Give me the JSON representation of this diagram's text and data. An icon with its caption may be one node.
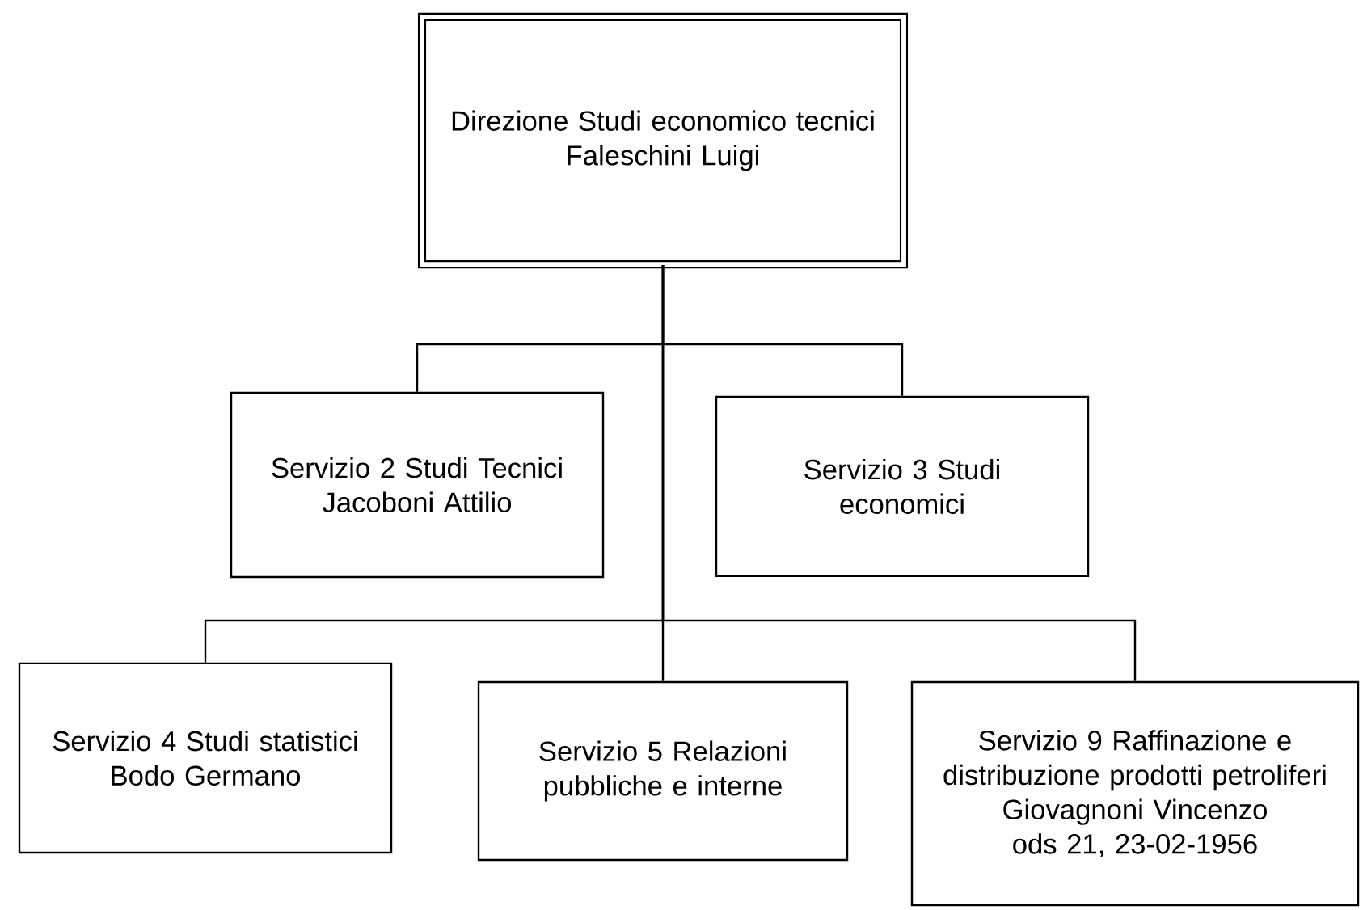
{
  "diagram": {
    "nodes": [
      {
        "text": [
          "Direzione Studi economico tecnici",
          "Faleschini Luigi"
        ]
      },
      {
        "text": [
          "Servizio 2 Studi Tecnici",
          "Jacoboni Attilio"
        ]
      },
      {
        "text": [
          "Servizio 3 Studi economici"
        ]
      },
      {
        "text": [
          "Servizio 4 Studi statistici",
          "Bodo Germano"
        ]
      },
      {
        "text": [
          "Servizio 5 Relazioni pubbliche e interne"
        ]
      },
      {
        "text": [
          "Servizio 9 Raffinazione e distribuzione prodotti petroliferi",
          "Giovagnoni Vincenzo",
          "ods 21, 23-02-1956"
        ]
      }
    ],
    "edges": [
      {
        "from": 0,
        "to": 1,
        "arrow": "none"
      },
      {
        "from": 0,
        "to": 2,
        "arrow": "none"
      },
      {
        "from": 0,
        "to": 3,
        "arrow": "none"
      },
      {
        "from": 0,
        "to": 4,
        "arrow": "none"
      },
      {
        "from": 0,
        "to": 5,
        "arrow": "none"
      }
    ]
  }
}
